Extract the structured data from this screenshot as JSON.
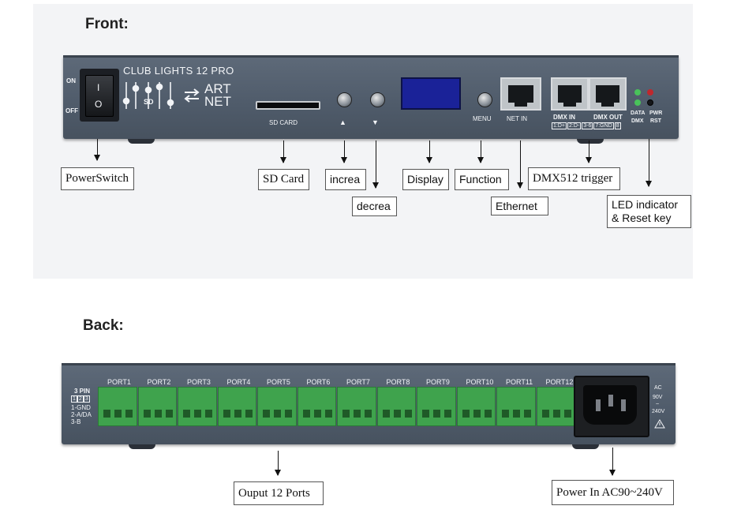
{
  "front": {
    "section_title": "Front:",
    "brand": "CLUB LIGHTS 12 PRO",
    "switch_on": "ON",
    "switch_off": "OFF",
    "rocker_on": "I",
    "rocker_off": "O",
    "sd_logo": "SD",
    "artnet_top": "ART",
    "artnet_bottom": "NET",
    "sd_card_label": "SD CARD",
    "up_symbol": "▲",
    "down_symbol": "▼",
    "menu_label": "MENU",
    "net_in_label": "NET IN",
    "dmx_in_label": "DMX IN",
    "dmx_out_label": "DMX OUT",
    "pin_labels": [
      "1:D+",
      "2:D-",
      "3-6",
      "7:GND",
      "8"
    ],
    "led_labels": [
      "DATA",
      "PWR",
      "DMX",
      "RST"
    ]
  },
  "front_callouts": {
    "power_switch": "PowerSwitch",
    "sd_card": "SD Card",
    "increase": "increa",
    "decrease": "decrea",
    "display": "Display",
    "function": "Function",
    "ethernet": "Ethernet",
    "dmx512_trigger": "DMX512 trigger",
    "led_indicator_line1": "LED indicator",
    "led_indicator_line2": "& Reset key"
  },
  "back": {
    "section_title": "Back:",
    "pin_title": "3 PIN",
    "pin_boxes": [
      "1",
      "2",
      "3"
    ],
    "pin_legend": [
      "1-GND",
      "2-A/DA",
      "3-B"
    ],
    "ports": [
      "PORT1",
      "PORT2",
      "PORT3",
      "PORT4",
      "PORT5",
      "PORT6",
      "PORT7",
      "PORT8",
      "PORT9",
      "PORT10",
      "PORT11",
      "PORT12"
    ],
    "ac_label": "AC",
    "voltage_top": "90V",
    "voltage_tilde": "~",
    "voltage_bottom": "240V",
    "warning_icon": "warning-triangle-icon"
  },
  "back_callouts": {
    "output_ports": "Ouput 12 Ports",
    "power_in": "Power In AC90~240V"
  },
  "colors": {
    "panel": "#56616f",
    "display": "#1a2298",
    "terminal": "#3fa34d",
    "led_green": "#49c25a",
    "led_red": "#c0282d"
  }
}
